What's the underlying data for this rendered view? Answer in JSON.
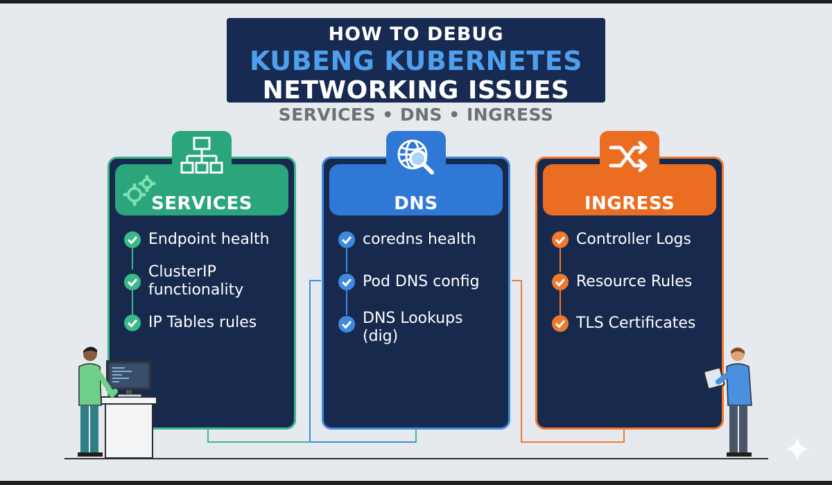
{
  "header": {
    "line1": "HOW TO DEBUG",
    "line2": "KUBENG KUBERNETES",
    "line3": "NETWORKING ISSUES",
    "subtitle": "SERVICES • DNS • INGRESS"
  },
  "cards": [
    {
      "title": "SERVICES",
      "icon": "hierarchy-icon",
      "accent": "#3cb88a",
      "items": [
        "Endpoint health",
        "ClusterIP\nfunctionality",
        "IP Tables rules"
      ]
    },
    {
      "title": "DNS",
      "icon": "globe-search-icon",
      "accent": "#3f8ae0",
      "items": [
        "coredns health",
        "Pod DNS config",
        "DNS Lookups\n(dig)"
      ]
    },
    {
      "title": "INGRESS",
      "icon": "shuffle-icon",
      "accent": "#ef7a2f",
      "items": [
        "Controller Logs",
        "Resource Rules",
        "TLS Certificates"
      ]
    }
  ],
  "colors": {
    "background": "#e6eaee",
    "navy": "#172a52",
    "title_blue": "#4ea0ec",
    "services_green": "#3cb88a",
    "dns_blue": "#3f8ae0",
    "ingress_orange": "#ef7a2f"
  }
}
